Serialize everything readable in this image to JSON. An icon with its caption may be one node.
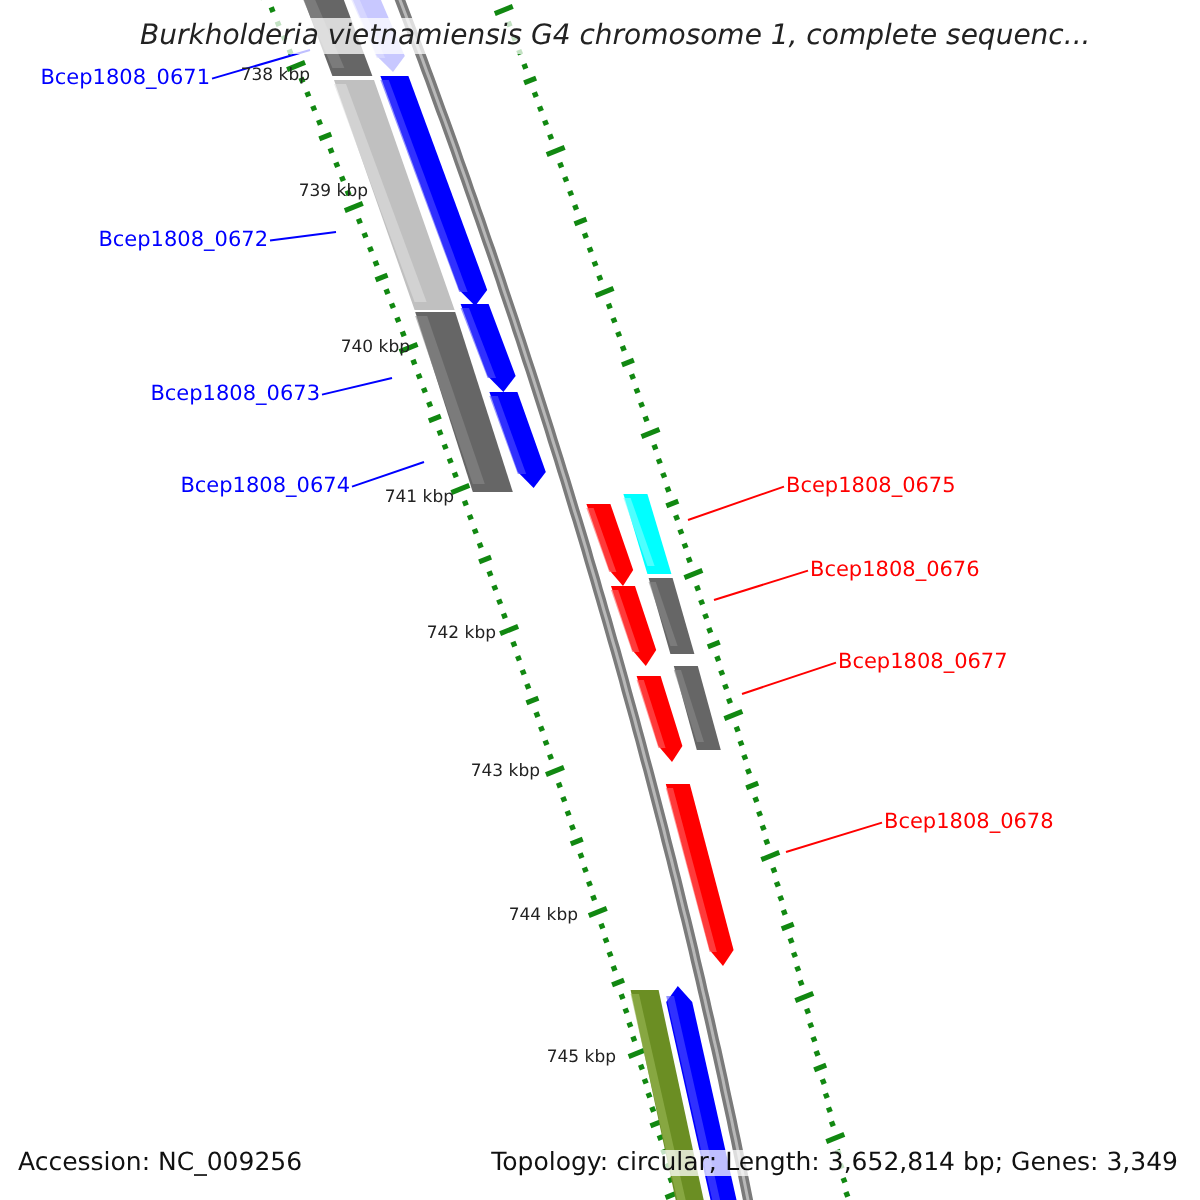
{
  "diagram": {
    "title": "Burkholderia vietnamiensis G4 chromosome 1, complete sequenc...",
    "nodes": [
      {
        "text": [
          "Bcep1808_0671"
        ]
      },
      {
        "text": [
          "Bcep1808_0672"
        ]
      },
      {
        "text": [
          "Bcep1808_0673"
        ]
      },
      {
        "text": [
          "Bcep1808_0674"
        ]
      },
      {
        "text": [
          "Bcep1808_0675"
        ]
      },
      {
        "text": [
          "Bcep1808_0676"
        ]
      },
      {
        "text": [
          "Bcep1808_0677"
        ]
      },
      {
        "text": [
          "Bcep1808_0678"
        ]
      }
    ],
    "edges": [
      {
        "from": 0,
        "to": null,
        "arrow": "none"
      },
      {
        "from": 1,
        "to": null,
        "arrow": "none"
      },
      {
        "from": 2,
        "to": null,
        "arrow": "none"
      },
      {
        "from": 3,
        "to": null,
        "arrow": "none"
      },
      {
        "from": 4,
        "to": null,
        "arrow": "none",
        "color": "#ff0000"
      },
      {
        "from": 5,
        "to": null,
        "arrow": "none",
        "color": "#ff0000"
      },
      {
        "from": 6,
        "to": null,
        "arrow": "none",
        "color": "#ff0000"
      },
      {
        "from": 7,
        "to": null,
        "arrow": "none",
        "color": "#ff0000"
      }
    ],
    "labels": [
      "738 kbp",
      "739 kbp",
      "740 kbp",
      "741 kbp",
      "742 kbp",
      "743 kbp",
      "744 kbp",
      "745 kbp",
      "Accession: NC_009256",
      "Topology: circular; Length: 3,652,814 bp; Genes: 3,349"
    ]
  }
}
